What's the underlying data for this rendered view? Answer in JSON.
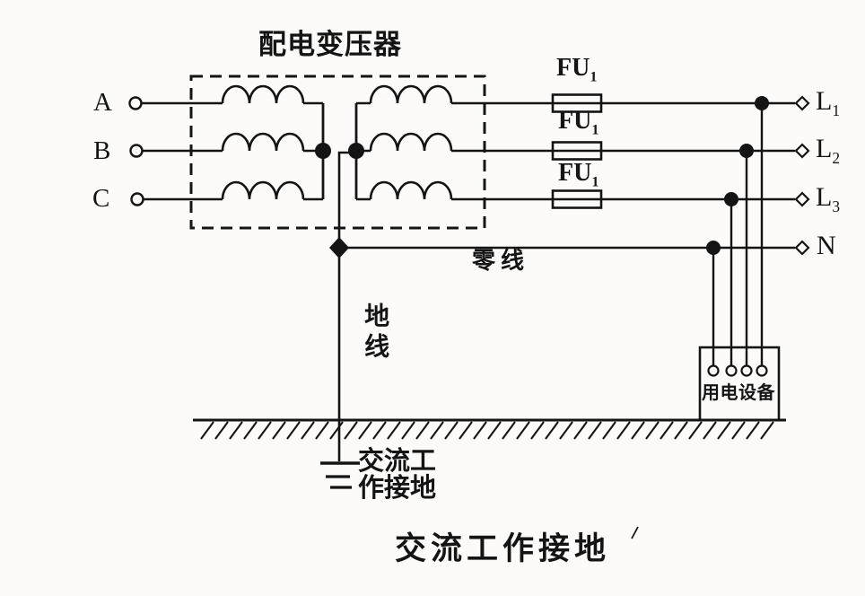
{
  "diagram": {
    "caption": "交流工作接地",
    "transformer": {
      "label": "配电变压器"
    },
    "phases": [
      {
        "label": "A"
      },
      {
        "label": "B"
      },
      {
        "label": "C"
      }
    ],
    "fuses": [
      {
        "name": "FU",
        "sub": "1"
      },
      {
        "name": "FU",
        "sub": "1"
      },
      {
        "name": "FU",
        "sub": "1"
      }
    ],
    "outputs": [
      {
        "name": "L",
        "sub": "1"
      },
      {
        "name": "L",
        "sub": "2"
      },
      {
        "name": "L",
        "sub": "3"
      },
      {
        "name": "N",
        "sub": ""
      }
    ],
    "labels": {
      "neutral_line": "零线",
      "ground_wire": "地线",
      "ground_point_line1": "交流工",
      "ground_point_line2": "作接地",
      "equipment": "用电设备"
    },
    "colors": {
      "line": "#141414",
      "background": "#fcfbf9"
    }
  }
}
